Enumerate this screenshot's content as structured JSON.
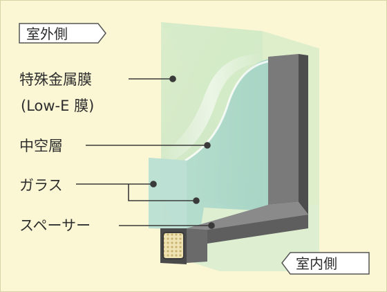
{
  "badges": {
    "outdoor": "室外側",
    "indoor": "室内側"
  },
  "labels": {
    "special_metal_film": "特殊金属膜",
    "low_e_film": "(Low-E 膜)",
    "hollow_layer": "中空層",
    "glass": "ガラス",
    "spacer": "スペーサー"
  },
  "colors": {
    "background": "#fbf6d4",
    "outer_glass": "#cde8c6",
    "inner_glass": "#a6d6c6",
    "frame": "#6c6c6c",
    "spacer_core": "#e8d9a6",
    "text": "#2d2d2d"
  }
}
